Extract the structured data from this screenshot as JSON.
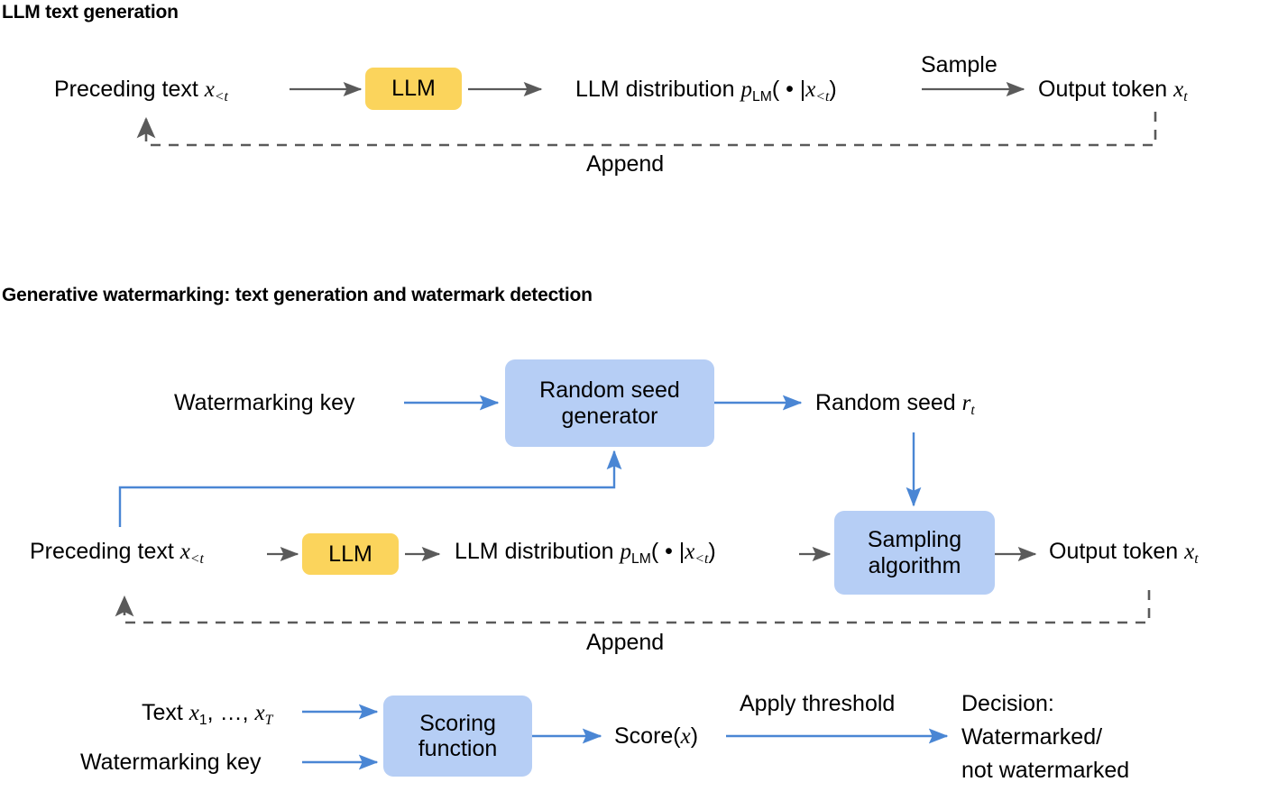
{
  "sections": [
    {
      "id": "llm-text-generation",
      "title": "LLM text generation",
      "nodes": {
        "preceding_text": "Preceding text x<t",
        "llm_box": "LLM",
        "distribution": "LLM distribution pLM( • |x<t)",
        "output_token": "Output token xt"
      },
      "edges": {
        "sample": "Sample",
        "append": "Append"
      }
    },
    {
      "id": "generative-watermarking",
      "title": "Generative watermarking: text generation and watermark detection",
      "nodes": {
        "watermarking_key": "Watermarking key",
        "random_seed_generator": "Random seed generator",
        "random_seed_generator_line1": "Random seed",
        "random_seed_generator_line2": "generator",
        "random_seed": "Random seed rt",
        "preceding_text": "Preceding text x<t",
        "llm_box": "LLM",
        "distribution": "LLM distribution pLM( • |x<t)",
        "sampling_algorithm_line1": "Sampling",
        "sampling_algorithm_line2": "algorithm",
        "output_token": "Output token xt"
      },
      "edges": {
        "append": "Append"
      },
      "detection": {
        "text_input": "Text x1, …, xT",
        "watermarking_key": "Watermarking key",
        "scoring_function_line1": "Scoring",
        "scoring_function_line2": "function",
        "score": "Score(x)",
        "apply_threshold": "Apply threshold",
        "decision_line1": "Decision:",
        "decision_line2": "Watermarked/",
        "decision_line3": "not watermarked"
      }
    }
  ],
  "colors": {
    "llm_box_fill": "#FBD45C",
    "process_box_fill": "#B6CEF5",
    "blue_arrow": "#4A86D4",
    "gray_arrow": "#5A5A5A",
    "dashed_arrow": "#5A5A5A",
    "background": "#FFFFFF",
    "text": "#000000"
  }
}
